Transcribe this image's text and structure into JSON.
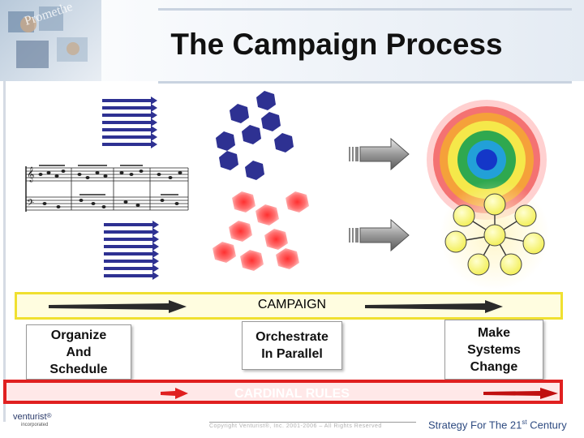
{
  "slide": {
    "title": "The Campaign Process",
    "campaign_label": "CAMPAIGN",
    "box_left": "Organize\nAnd\nSchedule",
    "box_left_lines": [
      "Organize",
      "And",
      "Schedule"
    ],
    "box_middle_lines": [
      "Orchestrate",
      "In Parallel"
    ],
    "box_right_lines": [
      "Make",
      "Systems",
      "Change"
    ],
    "cardinal_label": "CARDINAL RULES"
  },
  "footer": {
    "brand": "venturist",
    "brand_mark": "®",
    "brand_sub": "incorporated",
    "copyright": "Copyright Venturist®, Inc. 2001-2006 – All Rights Reserved",
    "strategy_prefix": "Strategy For The 21",
    "strategy_sup": "st",
    "strategy_suffix": " Century"
  },
  "colors": {
    "blue_hex": "#2e3192",
    "red_hex": "#e83030",
    "campaign_border": "#f0e030",
    "cardinal_border": "#e02020",
    "target_rings": [
      "#f25c5c",
      "#f47a2a",
      "#f5e33a",
      "#27a84a",
      "#1a8fcf",
      "#1437c8"
    ]
  },
  "icons": {
    "logo": "promethean-logo-image",
    "music": "sheet-music-image",
    "arrows": "arrow-icon",
    "target": "target-rings-icon",
    "network": "hub-network-icon"
  }
}
